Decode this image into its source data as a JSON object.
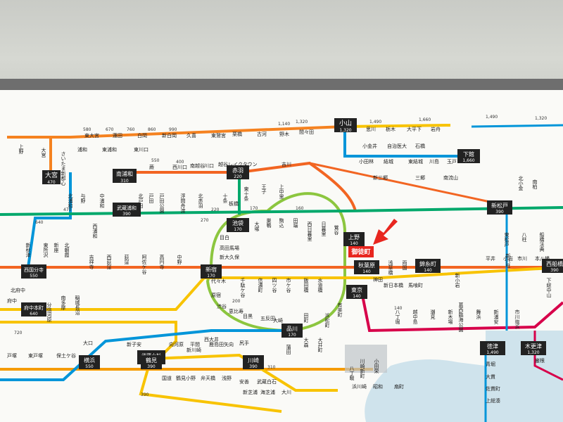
{
  "colors": {
    "yamanote": "#8cc63f",
    "chuo": "#f26522",
    "keihin": "#0095d9",
    "sobu": "#f8c300",
    "joban": "#00b26b",
    "saikyo": "#00a86b",
    "keiyo": "#d7004a",
    "tokaido": "#f59b00",
    "utsunomiya": "#f58220",
    "water": "#cfe3ec",
    "station_label_bg": "#222222",
    "highlight": "#e8261f"
  },
  "stations": {
    "oyama": "小山",
    "oyama_fare": "1,320",
    "omiya": "大宮",
    "omiya_fare": "470",
    "minamiurawa": "南浦和",
    "minamiurawa_fare": "310",
    "musashiurawa": "武蔵浦和",
    "musashiurawa_fare": "390",
    "akabane": "赤羽",
    "akabane_fare": "220",
    "ikebukuro": "池袋",
    "ikebukuro_fare": "170",
    "ueno": "上野",
    "ueno_fare": "140",
    "okachimachi": "御徒町",
    "akihabara": "秋葉原",
    "akihabara_fare": "140",
    "tokyo": "東京",
    "tokyo_fare": "140",
    "shinjuku": "新宿",
    "shinjuku_fare": "170",
    "nishikokubunji": "西国分寺",
    "nishikokubunji_fare": "550",
    "fuchuhonmachi": "府中本町",
    "fuchuhonmachi_fare": "640",
    "shinagawa": "品川",
    "shinagawa_fare": "170",
    "musashikosugi": "武蔵小杉",
    "musashikosugi_fare": "310",
    "yokohama": "横浜",
    "yokohama_fare": "550",
    "tsurumi": "鶴見",
    "tsurumi_fare": "390",
    "kawasaki": "川崎",
    "kawasaki_fare": "390",
    "kinshicho": "錦糸町",
    "kinshicho_fare": "140",
    "nishifunabashi": "西船橋",
    "nishifunabashi_fare": "390",
    "shinmatsudo": "新松戸",
    "shinmatsudo_fare": "390",
    "shimodate": "下館",
    "shimodate_fare": "1,660",
    "kisarazu": "木更津",
    "kisarazu_fare": "1,320",
    "tokuju": "徳津",
    "tokuju_fare": "1,490"
  },
  "labels": {
    "l1": "上野",
    "l2": "大宮",
    "l3": "東大宮",
    "l4": "蓮田",
    "l5": "白岡",
    "l6": "新白岡",
    "l7": "久喜",
    "l8": "東鷲宮",
    "l9": "栗橋",
    "l10": "古河",
    "l11": "野木",
    "l12": "間々田",
    "l13": "思川",
    "l14": "栃木",
    "l15": "大平下",
    "l16": "岩舟",
    "l17": "小金井",
    "l18": "自治医大",
    "l19": "石橋",
    "l20": "小田林",
    "l21": "結城",
    "l22": "東結城",
    "l23": "川島",
    "l24": "玉戸",
    "l25": "南越谷",
    "l26": "越谷レイクタウン",
    "l27": "吉川",
    "l28": "新三郷",
    "l29": "三郷",
    "l30": "南流山",
    "l31": "浦和",
    "l32": "東浦和",
    "l33": "東川口",
    "l34": "川口",
    "l35": "西川口",
    "l36": "蕨",
    "l37": "十条",
    "l38": "板橋",
    "l39": "東十条",
    "l40": "王子",
    "l41": "上中里",
    "l42": "大塚",
    "l43": "巣鴨",
    "l44": "駒込",
    "l45": "田端",
    "l46": "西日暮里",
    "l47": "日暮里",
    "l48": "鶯谷",
    "l49": "目白",
    "l50": "高田馬場",
    "l51": "新大久保",
    "l52": "代々木",
    "l53": "原宿",
    "l54": "渋谷",
    "l55": "恵比寿",
    "l56": "目黒",
    "l57": "五反田",
    "l58": "大崎",
    "l59": "田町",
    "l60": "浜松町",
    "l61": "有楽町",
    "l62": "神田",
    "l63": "水道橋",
    "l64": "飯田橋",
    "l65": "市ケ谷",
    "l66": "四ツ谷",
    "l67": "信濃町",
    "l68": "千駄ケ谷",
    "l69": "中野",
    "l70": "高円寺",
    "l71": "阿佐ケ谷",
    "l72": "荻窪",
    "l73": "西荻窪",
    "l74": "吉祥寺",
    "l75": "浅草橋",
    "l76": "両国",
    "l77": "平井",
    "l78": "新小岩",
    "l79": "小岩",
    "l80": "市川",
    "l81": "本八幡",
    "l82": "下総中山",
    "l83": "新日本橋",
    "l84": "馬喰町",
    "l85": "八丁堀",
    "l86": "越中島",
    "l87": "潮見",
    "l88": "新木場",
    "l89": "葛西臨海公園",
    "l90": "舞浜",
    "l91": "新浦安",
    "l92": "市川塩浜",
    "l93": "大井町",
    "l94": "大森",
    "l95": "蒲田",
    "l96": "西大井",
    "l97": "新川崎",
    "l98": "尻手",
    "l99": "矢向",
    "l100": "鹿島田",
    "l101": "平間",
    "l102": "向河原",
    "l103": "鶴見小野",
    "l104": "国道",
    "l105": "弁天橋",
    "l106": "浅野",
    "l107": "安善",
    "l108": "武蔵白石",
    "l109": "浜川崎",
    "l110": "昭和",
    "l111": "扇町",
    "l112": "新芝浦",
    "l113": "海芝浦",
    "l114": "大川",
    "l115": "保土ケ谷",
    "l116": "東戸塚",
    "l117": "戸塚",
    "l118": "大口",
    "l119": "新子安",
    "l120": "北府中",
    "l121": "府中",
    "l122": "分倍河原",
    "l123": "南多摩",
    "l124": "稲城長沼",
    "l125": "東松戸",
    "l126": "北小金",
    "l127": "南柏",
    "l128": "新八柱",
    "l129": "八柱",
    "l130": "船橋法典",
    "l131": "青堀",
    "l132": "大貫",
    "l133": "佐貫町",
    "l134": "上総湊",
    "l135": "巌根",
    "l136": "八丁畷",
    "l137": "川崎新町",
    "l138": "小田栄",
    "l139": "新秋津",
    "l140": "東所沢",
    "l141": "新座",
    "l142": "北朝霞",
    "l143": "西浦和",
    "l144": "北浦和",
    "l145": "与野",
    "l146": "さいたま新都心",
    "l147": "中浦和",
    "l148": "北戸田",
    "l149": "戸田",
    "l150": "戸田公園",
    "l151": "浮間舟渡",
    "l152": "北赤羽"
  },
  "fares": {
    "f1": "580",
    "f2": "670",
    "f3": "760",
    "f4": "860",
    "f5": "990",
    "f6": "1,140",
    "f7": "1,320",
    "f8": "1,490",
    "f9": "1,660",
    "f10": "1,320",
    "f11": "1,490",
    "f12": "470",
    "f13": "550",
    "f14": "640",
    "f15": "720",
    "f16": "400",
    "f17": "310",
    "f18": "220",
    "f19": "170",
    "f20": "160",
    "f21": "200",
    "f22": "390",
    "f23": "140",
    "f24": "270"
  },
  "pointer": {
    "label": "御徒町"
  }
}
